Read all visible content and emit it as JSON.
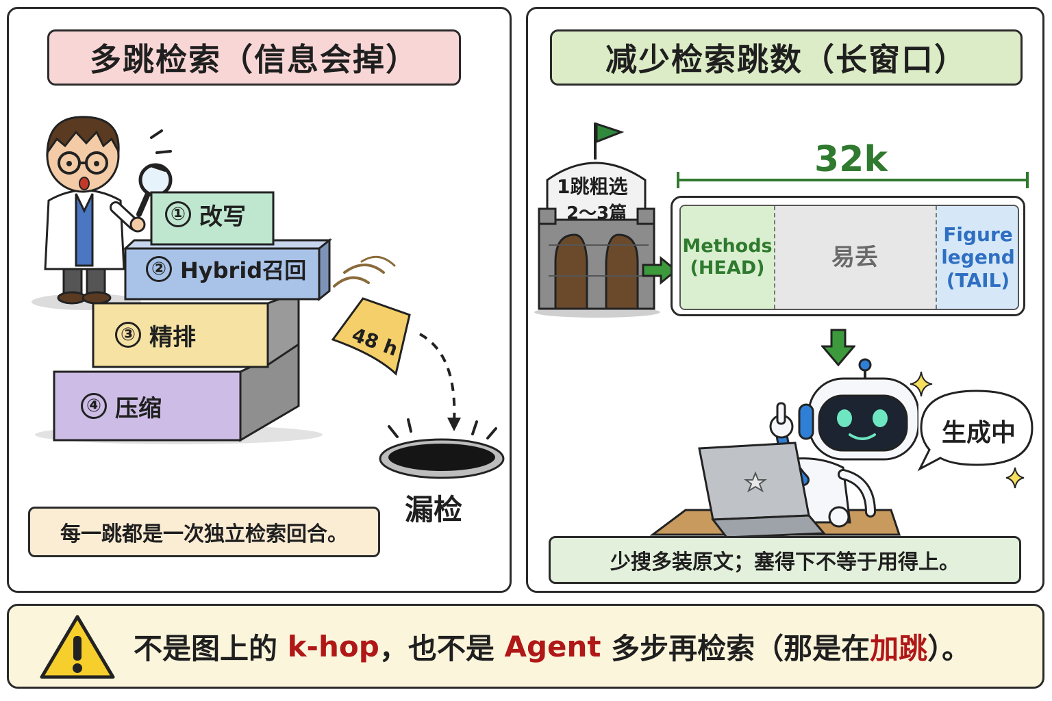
{
  "left": {
    "title": "多跳检索（信息会掉）",
    "steps": [
      {
        "num": "①",
        "label": "改写"
      },
      {
        "num": "②",
        "label": "Hybrid召回"
      },
      {
        "num": "③",
        "label": "精排"
      },
      {
        "num": "④",
        "label": "压缩"
      }
    ],
    "paper_label": "48 h",
    "hole_label": "漏检",
    "note": "每一跳都是一次独立检索回合。"
  },
  "right": {
    "title": "减少检索跳数（长窗口）",
    "gate_label_line1": "1跳粗选",
    "gate_label_line2": "2～3篇",
    "window_size": "32k",
    "segments": {
      "head_line1": "Methods",
      "head_line2": "(HEAD)",
      "middle": "易丢",
      "tail_line1": "Figure",
      "tail_line2": "legend",
      "tail_line3": "(TAIL)"
    },
    "speech": "生成中",
    "note": "少搜多装原文；塞得下不等于用得上。"
  },
  "warning": {
    "part1": "不是图上的 ",
    "hl1": "k-hop",
    "part2": "，也不是 ",
    "hl2": "Agent",
    "part3": " 多步再检索（那是在",
    "hl3": "加跳",
    "part4": "）。"
  },
  "colors": {
    "title_left_bg": "#f9d6d6",
    "title_right_bg": "#dcecc6",
    "step1": "#bfe6cf",
    "step2": "#a9c3e8",
    "step3": "#f6e3a4",
    "step4": "#cdbde6",
    "accent_green": "#2f7a2f",
    "accent_red": "#b01818",
    "robot_blue": "#2f7fd6"
  }
}
